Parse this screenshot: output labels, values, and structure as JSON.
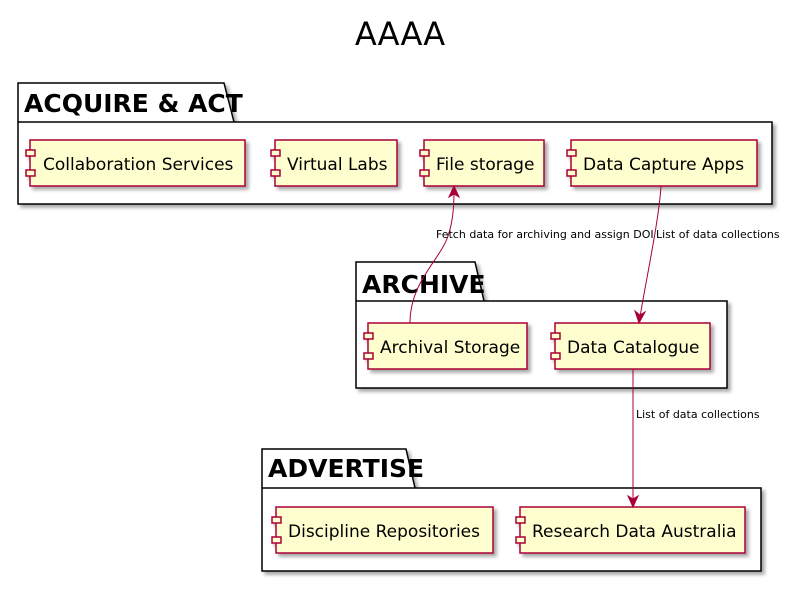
{
  "title": "AAAA",
  "colors": {
    "component_fill": "#fefece",
    "component_border": "#a80036",
    "arrow": "#a80036",
    "package_border": "#000000"
  },
  "packages": {
    "acquire": {
      "label": "ACQUIRE & ACT",
      "components": {
        "collaboration": "Collaboration Services",
        "virtual_labs": "Virtual Labs",
        "file_storage": "File storage",
        "data_capture": "Data Capture Apps"
      }
    },
    "archive": {
      "label": "ARCHIVE",
      "components": {
        "archival_storage": "Archival Storage",
        "data_catalogue": "Data Catalogue"
      }
    },
    "advertise": {
      "label": "ADVERTISE",
      "components": {
        "discipline_repos": "Discipline Repositories",
        "rda": "Research Data Australia"
      }
    }
  },
  "edges": {
    "fetch": {
      "from": "Archival Storage",
      "to": "File storage",
      "label": "Fetch data for archiving and assign DOI"
    },
    "capture_to_catalogue": {
      "from": "Data Capture Apps",
      "to": "Data Catalogue",
      "label": "List of data collections"
    },
    "catalogue_to_rda": {
      "from": "Data Catalogue",
      "to": "Research Data Australia",
      "label": "List of data collections"
    }
  }
}
